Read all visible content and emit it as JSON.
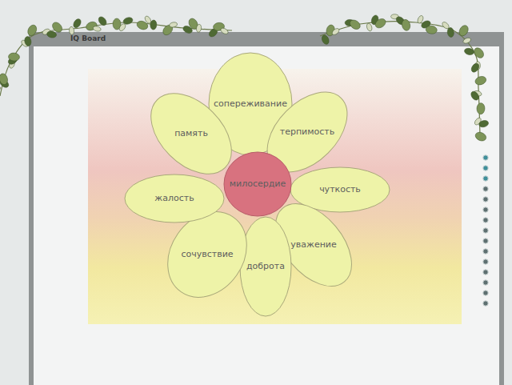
{
  "diagram": {
    "nodes": [
      {
        "text": [
          "милосердие"
        ]
      },
      {
        "text": [
          "сопереживание"
        ]
      },
      {
        "text": [
          "терпимость"
        ]
      },
      {
        "text": [
          "чуткость"
        ]
      },
      {
        "text": [
          "уважение"
        ]
      },
      {
        "text": [
          "доброта"
        ]
      },
      {
        "text": [
          "сочувствие"
        ]
      },
      {
        "text": [
          "жалость"
        ]
      },
      {
        "text": [
          "память"
        ]
      }
    ],
    "labels": [
      "IQ Board"
    ]
  }
}
